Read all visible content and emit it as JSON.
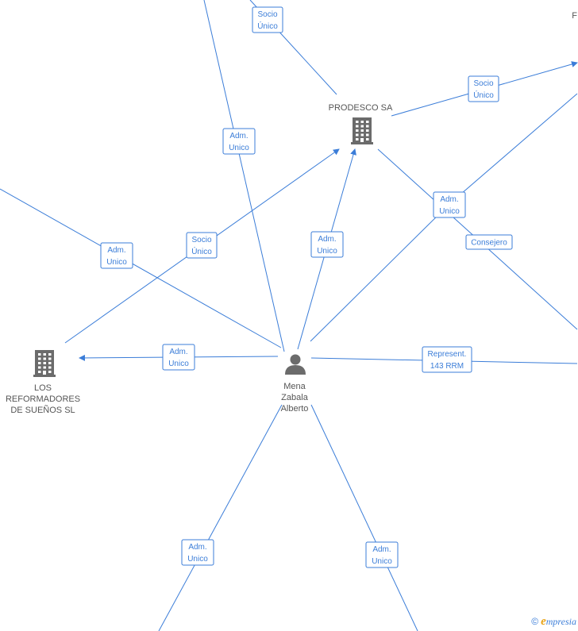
{
  "nodes": [
    {
      "id": "prodesco",
      "type": "company",
      "label_lines": [
        "PRODESCO SA"
      ]
    },
    {
      "id": "reformadores",
      "type": "company",
      "label_lines": [
        "LOS",
        "REFORMADORES",
        "DE SUEÑOS SL"
      ]
    },
    {
      "id": "mena",
      "type": "person",
      "label_lines": [
        "Mena",
        "Zabala",
        "Alberto"
      ]
    },
    {
      "id": "partial_top_right",
      "type": "company",
      "label_lines": [
        "F"
      ]
    }
  ],
  "edges": [
    {
      "id": "e1",
      "label_lines": [
        "Socio",
        "Único"
      ]
    },
    {
      "id": "e2",
      "label_lines": [
        "Socio",
        "Único"
      ]
    },
    {
      "id": "e3",
      "label_lines": [
        "Adm.",
        "Unico"
      ]
    },
    {
      "id": "e4",
      "label_lines": [
        "Adm.",
        "Unico"
      ]
    },
    {
      "id": "e5",
      "label_lines": [
        "Socio",
        "Único"
      ]
    },
    {
      "id": "e6",
      "label_lines": [
        "Adm.",
        "Unico"
      ]
    },
    {
      "id": "e7",
      "label_lines": [
        "Adm.",
        "Unico"
      ]
    },
    {
      "id": "e8",
      "label_lines": [
        "Consejero"
      ]
    },
    {
      "id": "e9",
      "label_lines": [
        "Adm.",
        "Unico"
      ]
    },
    {
      "id": "e10",
      "label_lines": [
        "Represent.",
        "143 RRM"
      ]
    },
    {
      "id": "e11",
      "label_lines": [
        "Adm.",
        "Unico"
      ]
    },
    {
      "id": "e12",
      "label_lines": [
        "Adm.",
        "Unico"
      ]
    }
  ],
  "footer": {
    "copyright_symbol": "©",
    "brand_initial": "e",
    "brand_rest": "mpresia"
  },
  "colors": {
    "edge": "#3b7dd8",
    "icon": "#6b6b6b",
    "label_text": "#555555",
    "brand_accent": "#e8a317"
  },
  "icons": {
    "company": "building-icon",
    "person": "person-icon"
  }
}
